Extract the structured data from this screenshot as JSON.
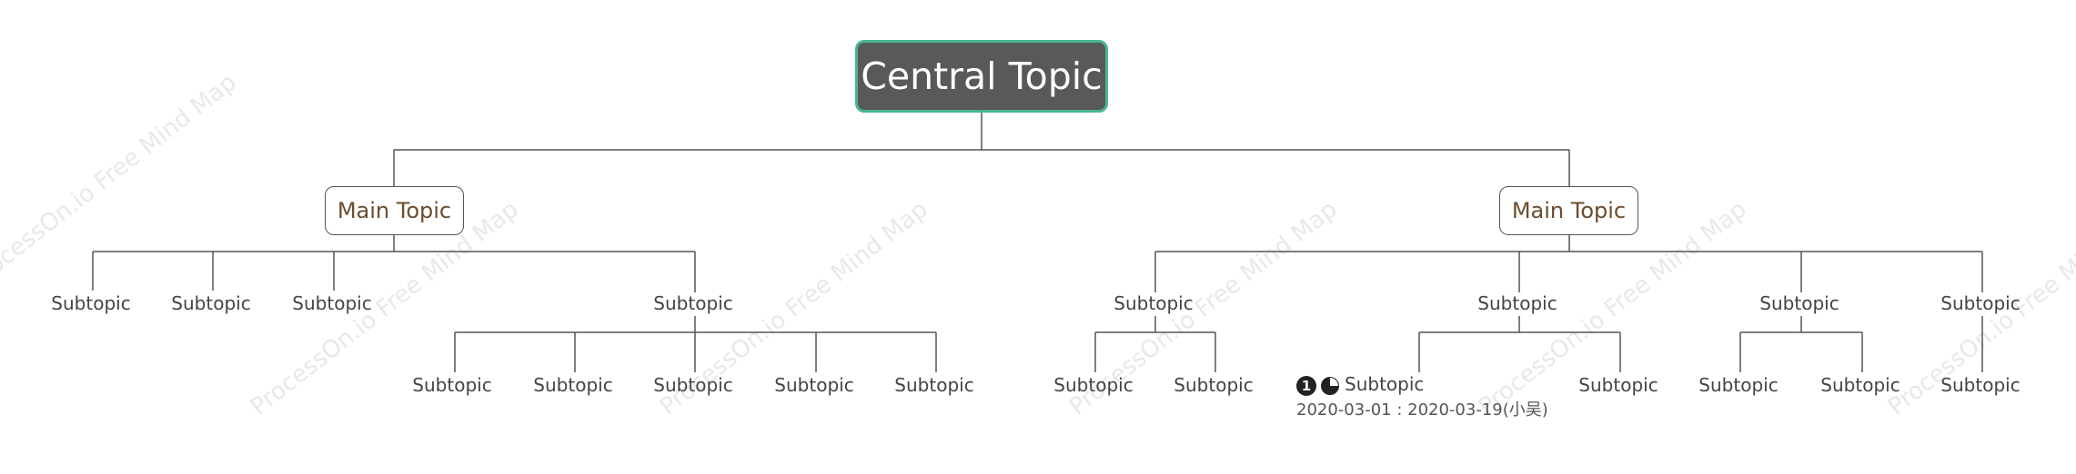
{
  "central": {
    "label": "Central Topic"
  },
  "left": {
    "label": "Main Topic",
    "subtopics": [
      "Subtopic",
      "Subtopic",
      "Subtopic",
      "Subtopic"
    ],
    "nested": [
      "Subtopic",
      "Subtopic",
      "Subtopic",
      "Subtopic",
      "Subtopic"
    ]
  },
  "right": {
    "label": "Main Topic",
    "subtopics": [
      "Subtopic",
      "Subtopic",
      "Subtopic",
      "Subtopic"
    ],
    "groupA": [
      "Subtopic",
      "Subtopic"
    ],
    "groupB": {
      "priority": "1",
      "progress": 0.75,
      "label": "Subtopic",
      "dates": "2020-03-01 : 2020-03-19(小吴)",
      "second": "Subtopic"
    },
    "groupC": [
      "Subtopic",
      "Subtopic"
    ],
    "groupD": [
      "Subtopic"
    ]
  },
  "watermark": {
    "text": "ProcessOn.io Free Mind Map"
  },
  "colors": {
    "central_bg": "#595959",
    "central_border": "#47b78f",
    "main_text": "#6b4c2e",
    "line": "#555555"
  }
}
